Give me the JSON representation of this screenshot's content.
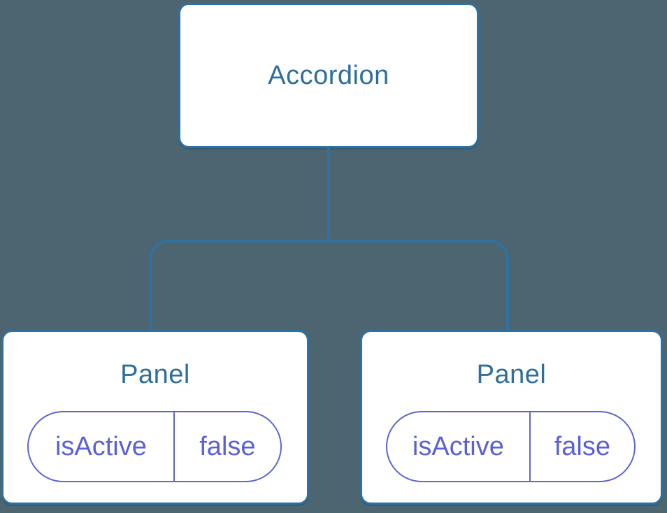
{
  "tree": {
    "root": {
      "label": "Accordion"
    },
    "children": [
      {
        "label": "Panel",
        "prop_key": "isActive",
        "prop_value": "false"
      },
      {
        "label": "Panel",
        "prop_key": "isActive",
        "prop_value": "false"
      }
    ]
  },
  "colors": {
    "background": "#4D6570",
    "node_fill": "#FFFFFF",
    "node_border": "#2F70A0",
    "node_label_text": "#2D6E9E",
    "connector_line": "#2F72A2",
    "state_pill_accent": "#5F64D6"
  }
}
